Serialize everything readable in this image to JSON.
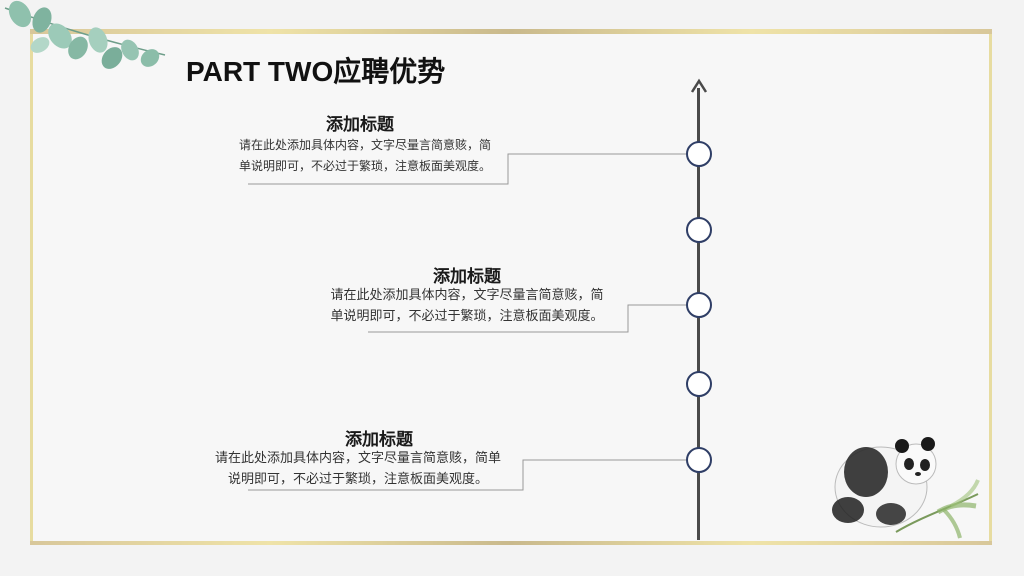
{
  "title": "PART TWO应聘优势",
  "icons": {
    "decoration_top_left": "eucalyptus-leaves-icon",
    "decoration_bottom_right": "panda-bamboo-icon"
  },
  "colors": {
    "frame": "#e7dca0",
    "axis": "#4a4a4a",
    "node_border": "#2f3e66"
  },
  "items": [
    {
      "title": "添加标题",
      "desc_line1": "请在此处添加具体内容，文字尽量言简意赅，简",
      "desc_line2": "单说明即可，不必过于繁琐，注意板面美观度。"
    },
    {
      "title": "添加标题",
      "desc_line1": "请在此处添加具体内容，文字尽量言简意赅，简",
      "desc_line2": "单说明即可，不必过于繁琐，注意板面美观度。"
    },
    {
      "title": "添加标题",
      "desc_line1": "请在此处添加具体内容，文字尽量言简意赅，简单",
      "desc_line2": "说明即可，不必过于繁琐，注意板面美观度。"
    }
  ]
}
